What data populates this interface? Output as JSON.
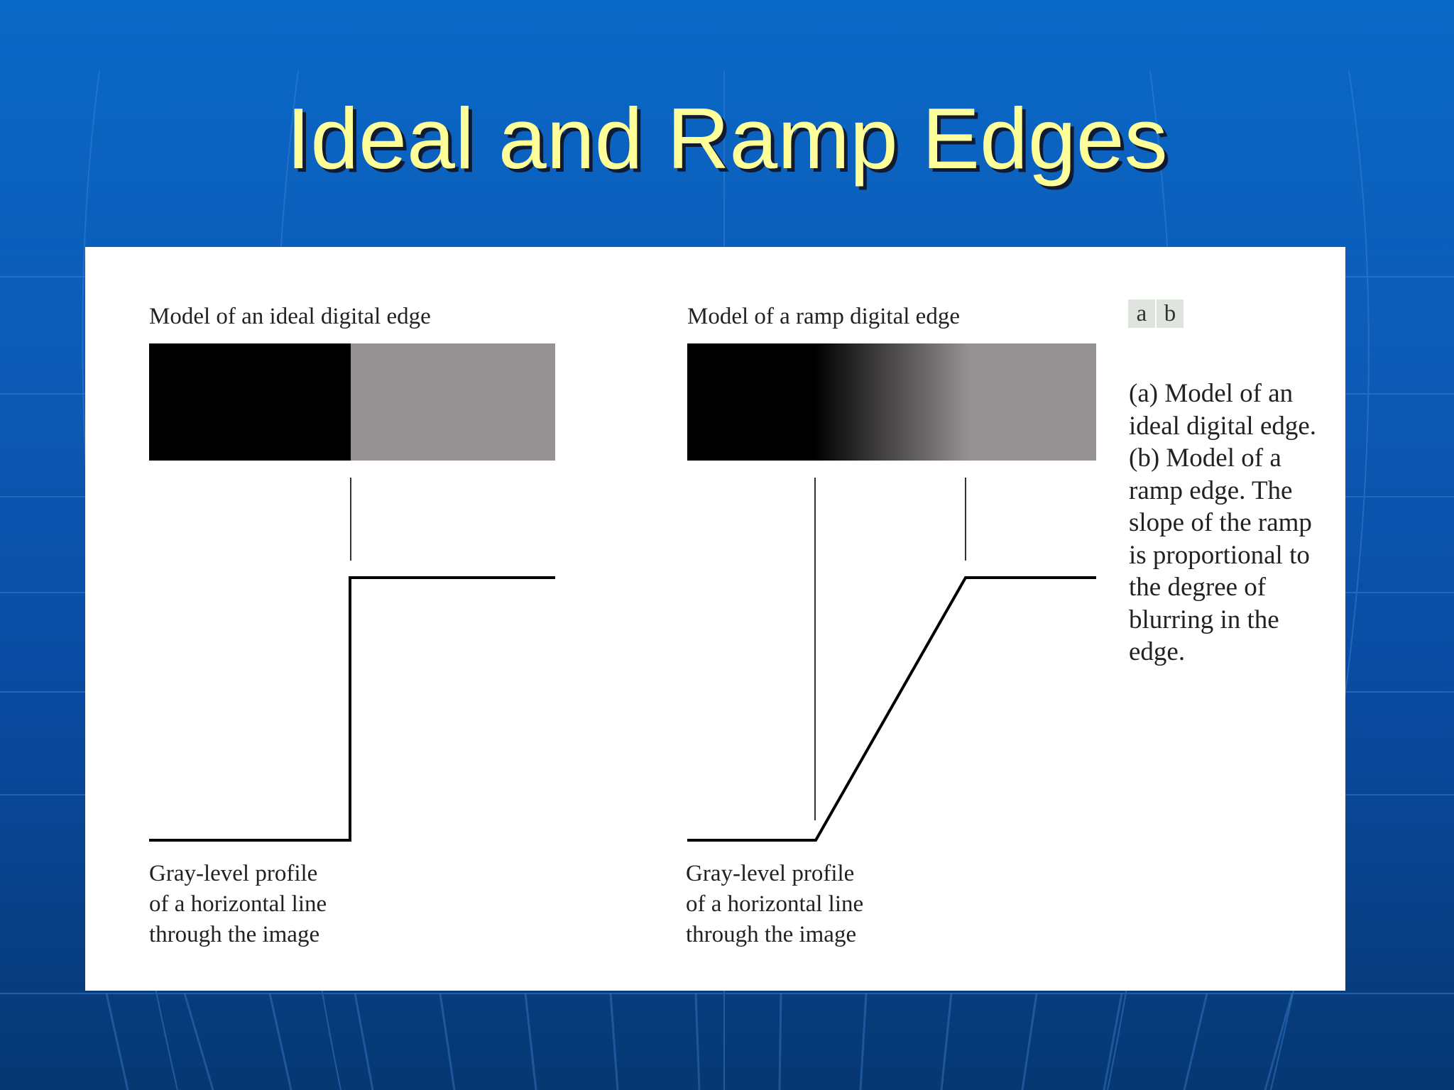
{
  "slide": {
    "title": "Ideal and Ramp Edges"
  },
  "figure": {
    "panel_a": {
      "title": "Model of an ideal digital edge",
      "profile_caption": "Gray-level profile\nof a horizontal line\nthrough the image"
    },
    "panel_b": {
      "title": "Model of a ramp digital edge",
      "profile_caption": "Gray-level profile\nof a horizontal line\nthrough the image"
    },
    "labels": {
      "a": "a",
      "b": "b"
    },
    "caption": "(a) Model of an\nideal digital edge.\n(b) Model of a\nramp edge. The\nslope of the ramp\nis proportional to\nthe degree of\nblurring in the\nedge."
  },
  "colors": {
    "title": "#ffff99",
    "dark_region": "#000000",
    "gray_region": "#969192",
    "background": "#0c5ab6"
  }
}
